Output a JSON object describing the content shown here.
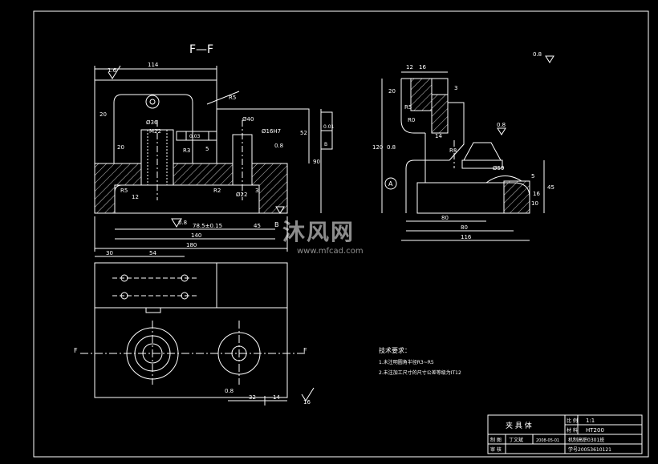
{
  "sheet": {
    "section_title": "F—F",
    "view_label_a": "A",
    "view_label_b": "B",
    "section_mark_left": "F",
    "section_mark_right": "F",
    "roughness_general": "0.8"
  },
  "front_view": {
    "dim_total_width_top": "114",
    "dim_roughness_top": "1.6",
    "dim_left_20": "20",
    "dim_r5_top": "R5",
    "dim_dia36": "Ø36",
    "dim_m22": "M22",
    "dim_dia40": "Ø40",
    "dim_dia16h7": "Ø16H7",
    "dim_52": "52",
    "dim_90": "90",
    "dim_r3": "R3",
    "dim_5": "5",
    "dim_r2": "R2",
    "dim_dia22": "Ø22",
    "dim_3": "3",
    "dim_r5_left": "R5",
    "dim_12": "12",
    "dim_08_bottom": "0.8",
    "dim_785": "78.5±0.15",
    "dim_45": "45",
    "dim_140": "140",
    "dim_180": "180",
    "tol_flatness": "0.01",
    "tol_datum_b": "B",
    "tol_pos_val": "0.03",
    "dim_20_left_vertical": "20",
    "dim_08_right": "0.8"
  },
  "side_view": {
    "dim_12": "12",
    "dim_16": "16",
    "dim_20": "20",
    "dim_3": "3",
    "dim_r5": "R5",
    "dim_120": "120",
    "dim_08_left": "0.8",
    "dim_r3": "R3",
    "dim_08_top": "0.8",
    "dim_14": "14",
    "dim_dia59": "Ø59",
    "dim_5": "5",
    "dim_16b": "16",
    "dim_45": "45",
    "dim_80_inner": "80",
    "dim_80": "80",
    "dim_116": "116",
    "dim_roughness_note": "R0",
    "dim_10": "10"
  },
  "top_view": {
    "dim_30": "30",
    "dim_54": "54",
    "dim_32": "32",
    "dim_14": "14",
    "dim_16": "16",
    "dim_08": "0.8"
  },
  "notes": {
    "heading": "技术要求：",
    "line1": "1.未注明圆角半径R3~R5",
    "line2": "2.未注加工尺寸的尺寸公差等级为IT12"
  },
  "title_block": {
    "name": "夹  具  体",
    "scale_label": "比 例",
    "scale_value": "1:1",
    "material_label": "材  料",
    "material_value": "HT200",
    "designer_label": "制  图",
    "designer_value": "丁文斌",
    "date_value": "2008-05-01",
    "class_value": "机制高职0301班",
    "checker_label": "审  核",
    "student_id": "学号20053610121"
  },
  "watermark": {
    "brand": "沐风网",
    "url": "www.mfcad.com"
  },
  "colors": {
    "background": "#000000",
    "line": "#ffffff",
    "hatch": "#ffffff",
    "centerline": "#ffffff"
  }
}
